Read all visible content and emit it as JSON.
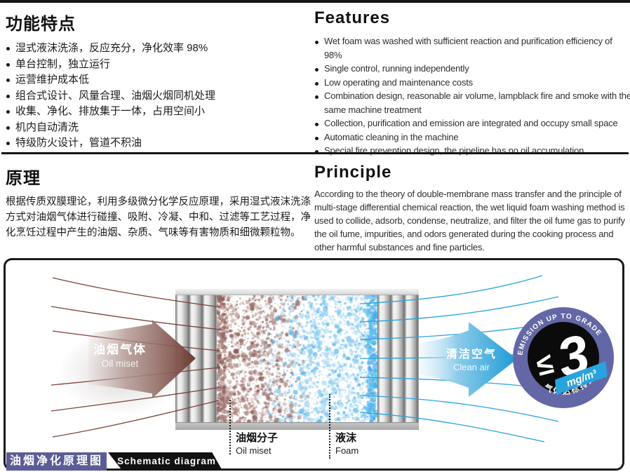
{
  "features_cn": {
    "title": "功能特点",
    "items": [
      "湿式液沫洗涤，反应充分，净化效率 98%",
      "单台控制，独立运行",
      "运营维护成本低",
      "组合式设计、风量合理、油烟火烟同机处理",
      "收集、净化、排放集于一体，占用空间小",
      "机内自动清洗",
      "特级防火设计，管道不积油"
    ]
  },
  "features_en": {
    "title": "Features",
    "items": [
      "Wet foam was washed with sufficient reaction and purification efficiency of 98%",
      "Single control, running independently",
      "Low operating and maintenance costs",
      "Combination design, reasonable air volume, lampblack fire and smoke with the same machine treatment",
      "Collection, purification and emission are integrated and occupy small space",
      "Automatic cleaning in the machine",
      "Special fire prevention design, the pipeline has no oil accumulation"
    ]
  },
  "principle_cn": {
    "title": "原理",
    "body": "根据传质双膜理论，利用多级微分化学反应原理，采用湿式液沫洗涤方式对油烟气体进行碰撞、吸附、冷凝、中和、过滤等工艺过程，净化烹饪过程中产生的油烟、杂质、气味等有害物质和细微颗粒物。"
  },
  "principle_en": {
    "title": "Principle",
    "body": "According to the theory of double-membrane mass transfer and the principle of multi-stage differential chemical reaction, the wet liquid foam washing method is used to collide, adsorb, condense, neutralize, and filter the oil fume gas to purify the oil fume, impurities, and odors generated during the cooking process and other harmful substances and fine particles."
  },
  "diagram": {
    "caption_cn": "油烟净化原理图",
    "caption_en": "Schematic diagram",
    "inlet": {
      "cn": "油烟气体",
      "en": "Oil miset"
    },
    "outlet": {
      "cn": "清洁空气",
      "en": "Clean air"
    },
    "callout_particles": {
      "cn": "油烟分子",
      "en": "Oil miset"
    },
    "callout_foam": {
      "cn": "液沫",
      "en": "Foam"
    },
    "badge": {
      "arc_top": "EMISSION UP TO GRADE",
      "leq_symbol": "≤",
      "number": "3",
      "unit": "mg/m³",
      "arc_bottom": "气体达标排放"
    },
    "colors": {
      "oil_arrow": "#6d3a32",
      "clean_arrow": "#1b9ad6",
      "badge_ring": "#6467a5",
      "badge_core": "#0b0b0b",
      "unit_tag": "#29a3dd",
      "caption_bg": "#5c5c96",
      "banner_bg": "#121212"
    }
  }
}
